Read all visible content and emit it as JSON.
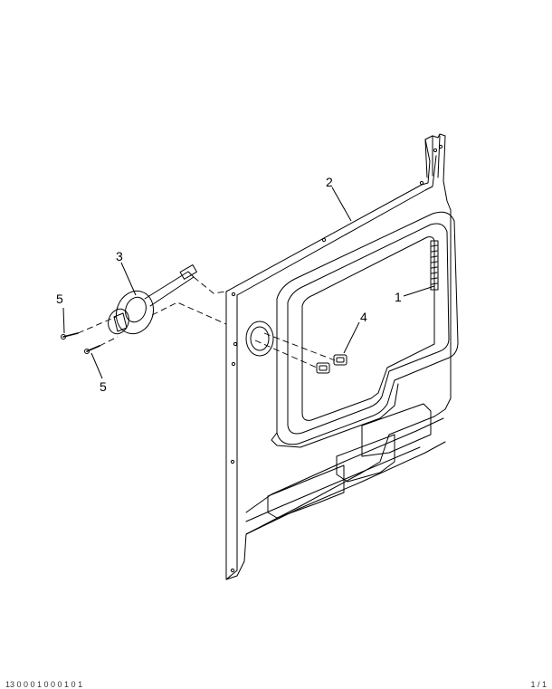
{
  "callouts": {
    "c1": "1",
    "c2": "2",
    "c3": "3",
    "c4": "4",
    "c5a": "5",
    "c5b": "5"
  },
  "footer": {
    "left": "13 0 0 0 1 0 0 0 1 0 1",
    "right": "1 / 1"
  },
  "colors": {
    "line": "#000000",
    "background": "#ffffff"
  }
}
